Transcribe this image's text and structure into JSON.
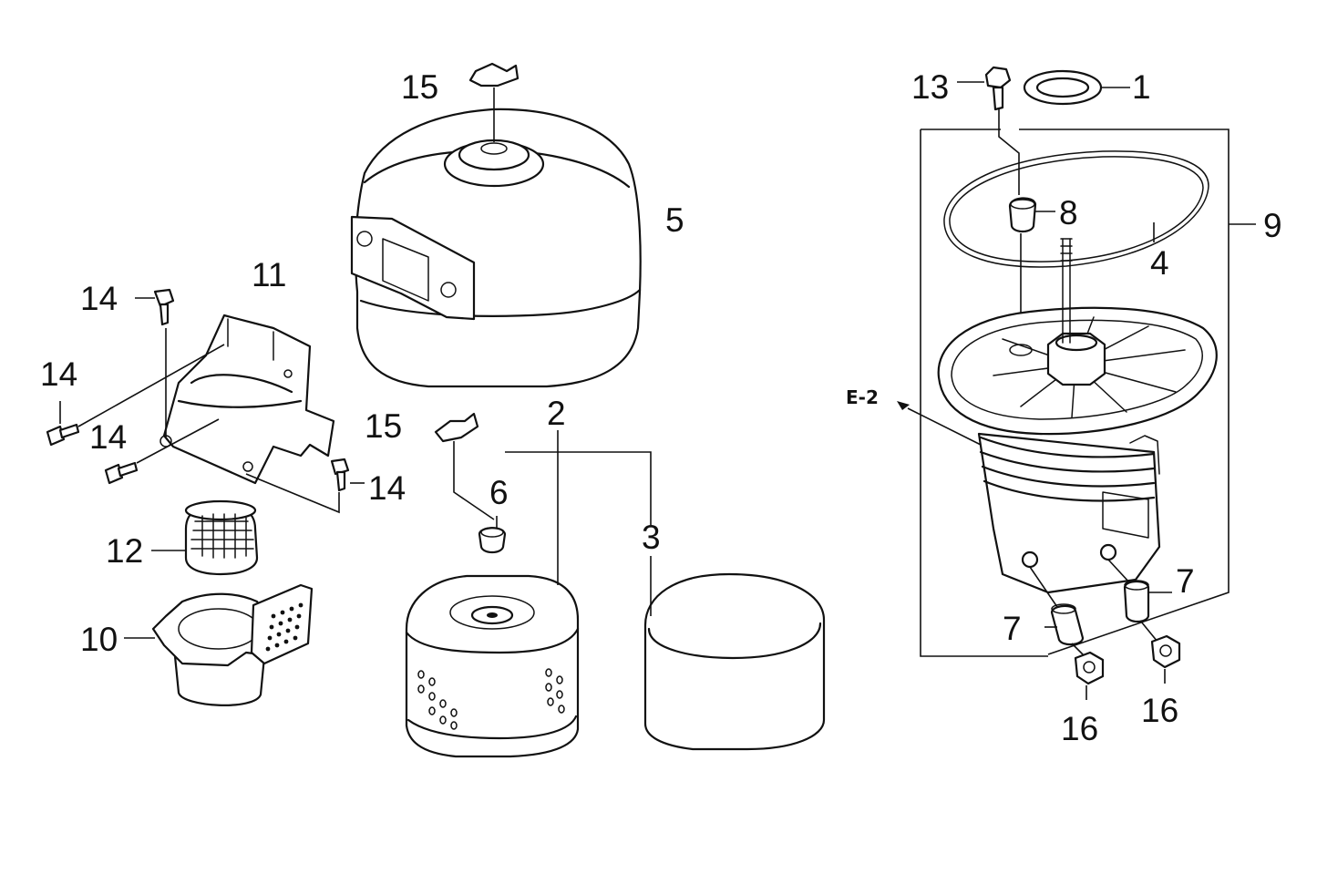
{
  "diagram": {
    "callouts": {
      "c1": "1",
      "c2": "2",
      "c3": "3",
      "c4": "4",
      "c5": "5",
      "c6": "6",
      "c7a": "7",
      "c7b": "7",
      "c8": "8",
      "c9": "9",
      "c10": "10",
      "c11": "11",
      "c12": "12",
      "c13": "13",
      "c14a": "14",
      "c14b": "14",
      "c14c": "14",
      "c14d": "14",
      "c15a": "15",
      "c15b": "15",
      "c16a": "16",
      "c16b": "16"
    },
    "reference": "E-2"
  }
}
